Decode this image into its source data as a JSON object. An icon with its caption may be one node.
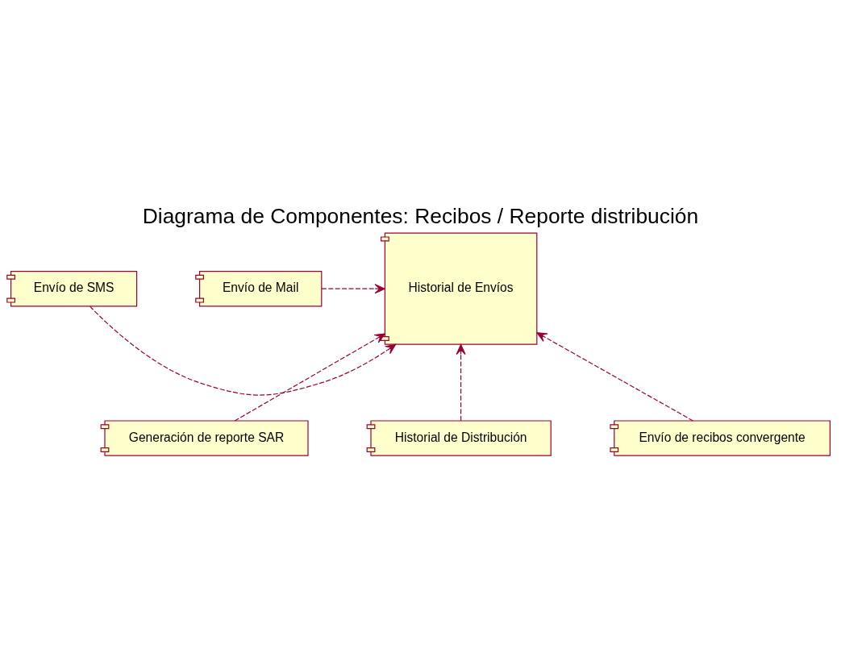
{
  "diagram": {
    "title": "Diagrama de Componentes: Recibos / Reporte distribución",
    "nodes": [
      {
        "text": [
          "Historial de Envíos"
        ]
      },
      {
        "text": [
          "Envío de SMS"
        ]
      },
      {
        "text": [
          "Envío de Mail"
        ]
      },
      {
        "text": [
          "Generación de reporte SAR"
        ]
      },
      {
        "text": [
          "Historial de Distribución"
        ]
      },
      {
        "text": [
          "Envío de recibos convergente"
        ]
      }
    ],
    "edges": [
      {
        "from": 1,
        "to": 0,
        "arrow": "to",
        "style": "dashed"
      },
      {
        "from": 2,
        "to": 0,
        "arrow": "to",
        "style": "dashed"
      },
      {
        "from": 3,
        "to": 0,
        "arrow": "to",
        "style": "dashed"
      },
      {
        "from": 4,
        "to": 0,
        "arrow": "to",
        "style": "dashed"
      },
      {
        "from": 5,
        "to": 0,
        "arrow": "to",
        "style": "dashed"
      }
    ]
  }
}
